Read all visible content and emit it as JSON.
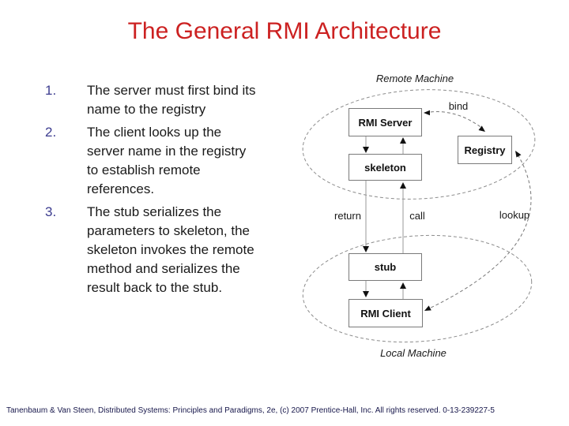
{
  "title": "The General RMI Architecture",
  "list": {
    "items": [
      {
        "number": "1.",
        "lines": [
          "The server must first bind its",
          "name to the registry"
        ]
      },
      {
        "number": "2.",
        "lines": [
          "The client looks up the",
          "server name in the registry",
          "to establish remote",
          "references."
        ]
      },
      {
        "number": "3.",
        "lines": [
          "The stub serializes the",
          "parameters to skeleton, the",
          "skeleton invokes the remote",
          "method and serializes the",
          "result back to the stub."
        ]
      }
    ]
  },
  "diagram": {
    "remote_machine_label": "Remote Machine",
    "local_machine_label": "Local Machine",
    "nodes": {
      "rmi_server": "RMI Server",
      "registry": "Registry",
      "skeleton": "skeleton",
      "stub": "stub",
      "rmi_client": "RMI Client"
    },
    "edge_labels": {
      "bind": "bind",
      "lookup": "lookup",
      "call": "call",
      "return": "return"
    }
  },
  "footer": "Tanenbaum & Van Steen, Distributed Systems: Principles and Paradigms, 2e, (c) 2007 Prentice-Hall, Inc. All rights reserved. 0-13-239227-5",
  "colors": {
    "title": "#cc2121",
    "list_number": "#3c3c8f",
    "body_text": "#1a1a1a",
    "footer_text": "#17174b",
    "diagram_gray": "#8c8c8c"
  }
}
